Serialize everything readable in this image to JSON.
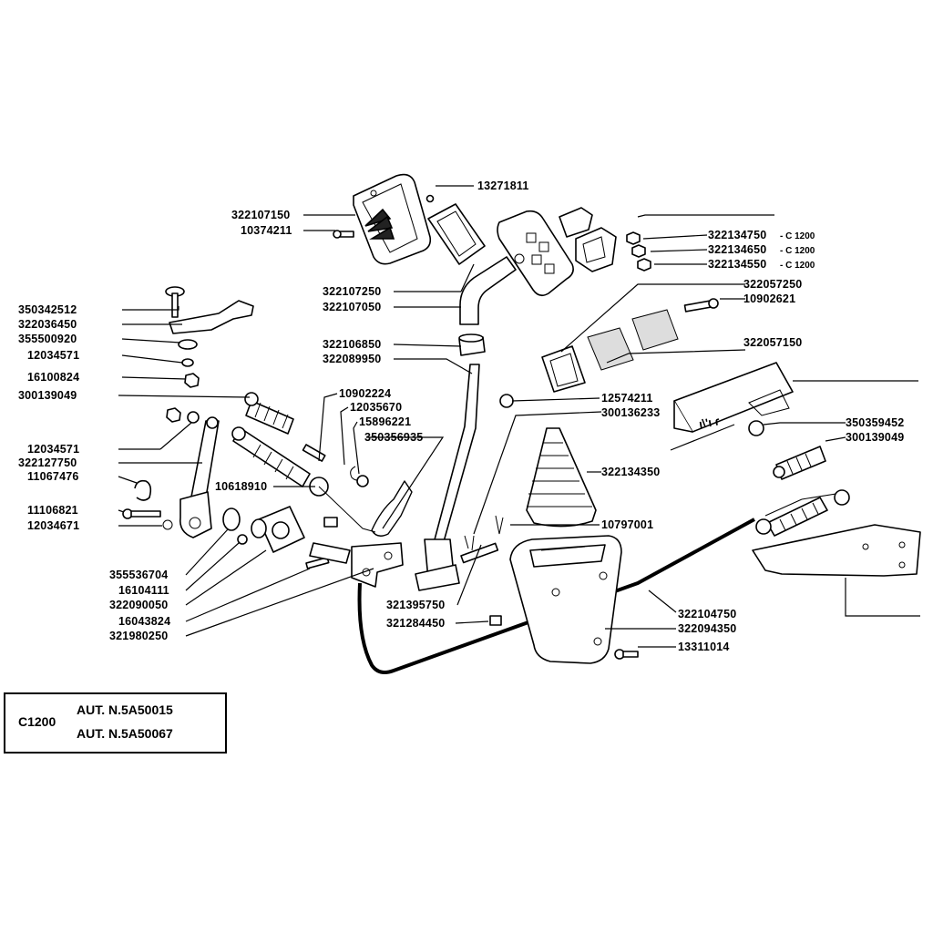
{
  "labels": {
    "p13271811": "13271811",
    "p322107150": "322107150",
    "p10374211": "10374211",
    "p322107250": "322107250",
    "p322107050": "322107050",
    "p322134750": "322134750",
    "p322134650": "322134650",
    "p322134550": "322134550",
    "suffix": "- C 1200",
    "p322057250": "322057250",
    "p10902621": "10902621",
    "p350342512": "350342512",
    "p322036450": "322036450",
    "p355500920": "355500920",
    "p12034571a": "12034571",
    "p16100824": "16100824",
    "p300139049a": "300139049",
    "p322106850": "322106850",
    "p322089950": "322089950",
    "p322057150": "322057150",
    "p10902224": "10902224",
    "p12035670": "12035670",
    "p15896221": "15896221",
    "p350356935": "350356935",
    "p12574211": "12574211",
    "p300136233": "300136233",
    "p350359452": "350359452",
    "p300139049b": "300139049",
    "p12034571b": "12034571",
    "p322127750": "322127750",
    "p11067476": "11067476",
    "p322134350": "322134350",
    "p10618910": "10618910",
    "p11106821": "11106821",
    "p12034671": "12034671",
    "p10797001": "10797001",
    "p355536704": "355536704",
    "p16104111": "16104111",
    "p322090050": "322090050",
    "p16043824": "16043824",
    "p321980250": "321980250",
    "p321395750": "321395750",
    "p321284450": "321284450",
    "p322104750": "322104750",
    "p322094350": "322094350",
    "p13311014": "13311014"
  },
  "legend": {
    "model": "C1200",
    "auth_1": "AUT. N.5A50015",
    "auth_2": "AUT. N.5A50067"
  }
}
